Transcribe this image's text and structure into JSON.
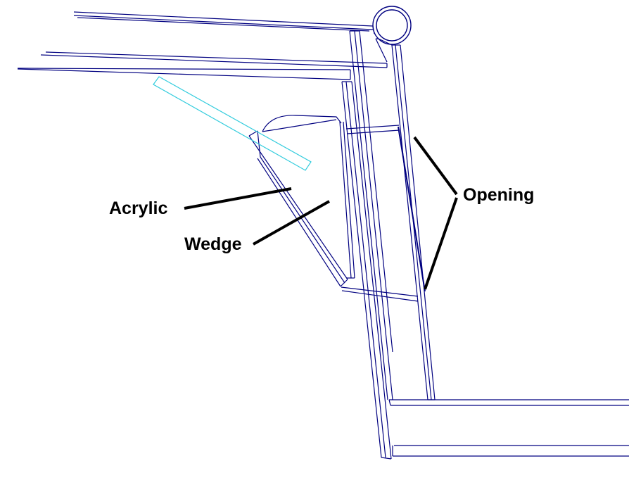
{
  "labels": {
    "acrylic": "Acrylic",
    "wedge": "Wedge",
    "opening": "Opening"
  },
  "colors": {
    "structure": "#000080",
    "acrylic_glass": "#33CCDD",
    "leader": "#000000",
    "background": "#FFFFFF"
  }
}
